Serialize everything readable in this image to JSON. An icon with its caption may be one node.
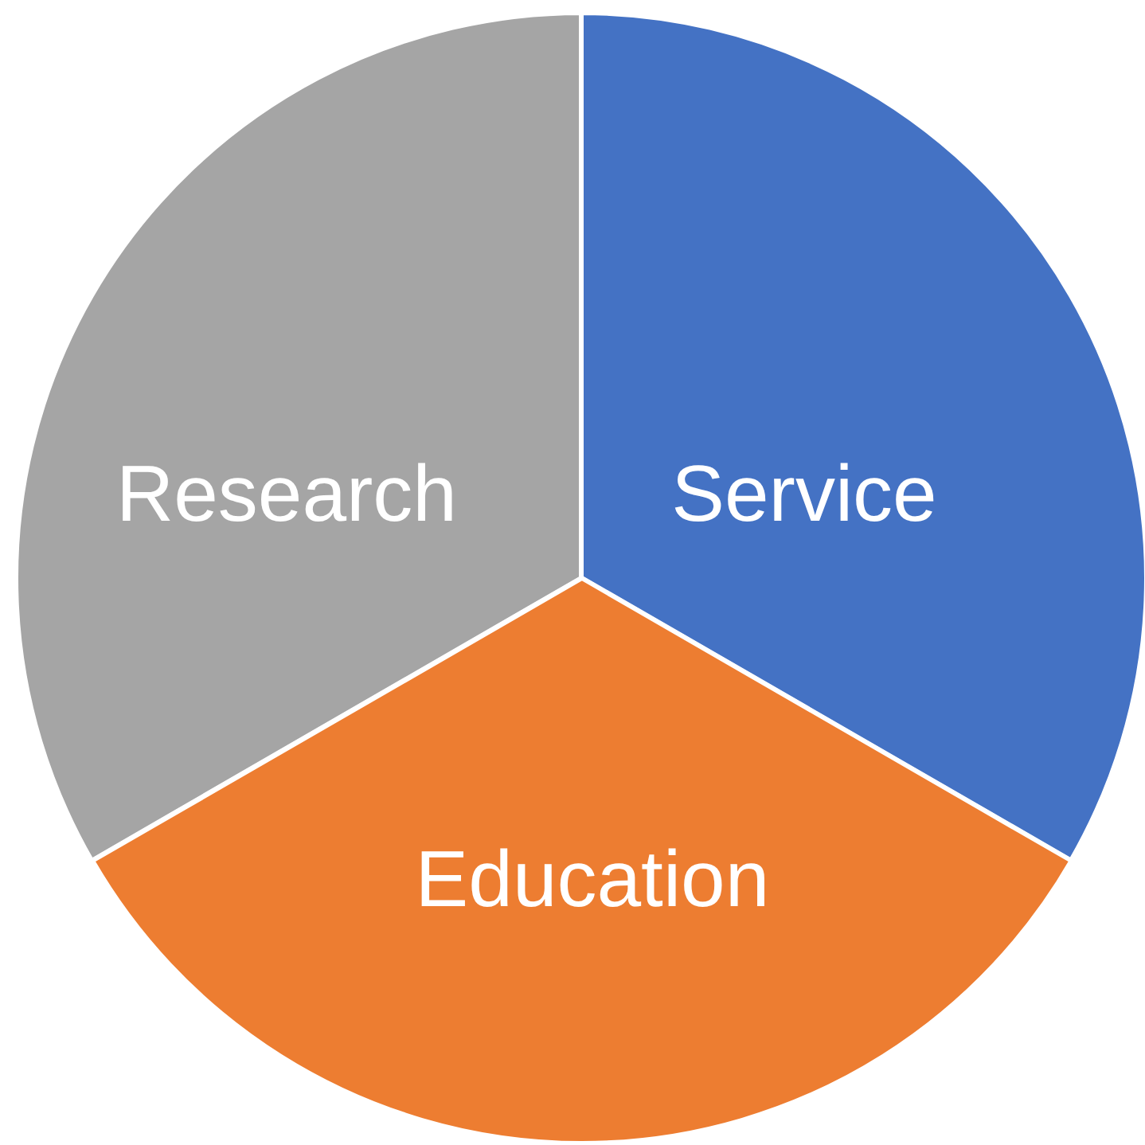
{
  "diagram": {
    "nodes": [
      {
        "text": [
          "Research"
        ]
      },
      {
        "text": [
          "Service"
        ]
      },
      {
        "text": [
          "Education"
        ]
      }
    ]
  }
}
